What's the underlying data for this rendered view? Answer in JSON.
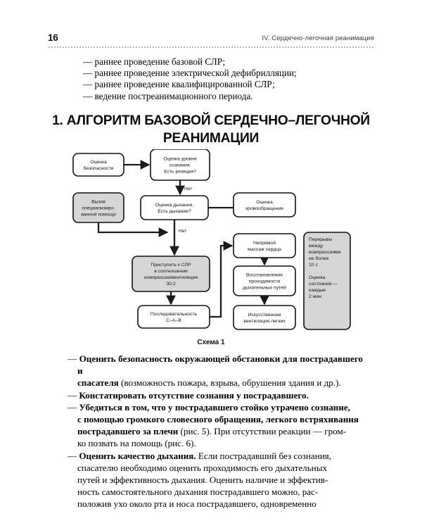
{
  "document": {
    "folio": "16",
    "running_title": "IV. Сердечно-легочная реанимация"
  },
  "intro_list": [
    "— раннее проведение базовой СЛР;",
    "— раннее проведение электрической дефибрилляции;",
    "— раннее проведение квалифицированной СЛР;",
    "— ведение постреанимационного периода."
  ],
  "section": {
    "title_line1": "1. АЛГОРИТМ БАЗОВОЙ СЕРДЕЧНО–ЛЕГОЧНОЙ",
    "title_line2": "РЕАНИМАЦИИ"
  },
  "figure": {
    "caption": "Схема 1",
    "colors": {
      "box_fill_plain": "#ffffff",
      "box_fill_shaded": "#d6d6d6",
      "box_stroke": "#111111",
      "connector": "#1a1a1a"
    },
    "nodes": {
      "safety": {
        "lines": [
          "Оценка",
          "безопасности"
        ],
        "shaded": false
      },
      "consciousness": {
        "lines": [
          "Оценка уровня",
          "сознания.",
          "Есть реакция?"
        ],
        "shaded": false
      },
      "call_help": {
        "lines": [
          "Вызов",
          "специализиро-",
          "ванной помощи"
        ],
        "shaded": true
      },
      "breathing": {
        "lines": [
          "Оценка дыхания.",
          "Есть дыхание?"
        ],
        "shaded": false
      },
      "circulation": {
        "lines": [
          "Оценка",
          "кровообращения"
        ],
        "shaded": false
      },
      "start_cpr": {
        "lines": [
          "Приступить к СЛР",
          "в соотношении",
          "компрессии/вентиляция",
          "30:2"
        ],
        "shaded": true
      },
      "sequence": {
        "lines": [
          "Последовательность",
          "C–A–B"
        ],
        "shaded": false
      },
      "compressions": {
        "lines": [
          "Непрямой",
          "массаж сердца"
        ],
        "shaded": false
      },
      "airway": {
        "lines": [
          "Восстановление",
          "проходимости",
          "дыхательных путей"
        ],
        "shaded": false
      },
      "ventilation": {
        "lines": [
          "Искусственная",
          "вентиляция легких"
        ],
        "shaded": false
      },
      "side_note": {
        "lines": [
          "Перерывы",
          "между",
          "компрессиями",
          "не более",
          "10 с",
          "",
          "Оценка",
          "состояния —",
          "каждые",
          "2 мин"
        ],
        "shaded": true
      }
    },
    "edge_labels": {
      "no_consciousness": "Нет",
      "no_breathing": "Нет"
    }
  },
  "body": {
    "items": [
      {
        "id": "assess-safety",
        "lines": [
          {
            "segments": [
              {
                "text": "— ",
                "bold": false
              },
              {
                "text": "Оценить безопасность окружающей обстановки для пострадавшего и",
                "bold": true
              }
            ]
          },
          {
            "segments": [
              {
                "text": "спасателя",
                "bold": true
              },
              {
                "text": " (возможность пожара, взрыва, обрушения здания и др.).",
                "bold": false
              }
            ]
          }
        ]
      },
      {
        "id": "state-unconsciousness",
        "lines": [
          {
            "segments": [
              {
                "text": "— ",
                "bold": false
              },
              {
                "text": "Констатировать отсутствие сознания у пострадавшего.",
                "bold": true
              }
            ]
          }
        ]
      },
      {
        "id": "confirm-unresponsive",
        "lines": [
          {
            "segments": [
              {
                "text": "— ",
                "bold": false
              },
              {
                "text": "Убедиться в том, что у пострадавшего стойко утрачено сознание,",
                "bold": true
              }
            ]
          },
          {
            "segments": [
              {
                "text": "с помощью громкого словесного обращения, легкого встряхивания",
                "bold": true
              }
            ]
          },
          {
            "segments": [
              {
                "text": "пострадавшего за плечи",
                "bold": true
              },
              {
                "text": " (рис. 5). При отсутствии реакции — гром-",
                "bold": false
              }
            ]
          },
          {
            "segments": [
              {
                "text": "ко позвать на помощь (рис. 6).",
                "bold": false
              }
            ]
          }
        ]
      },
      {
        "id": "assess-breathing-quality",
        "lines": [
          {
            "segments": [
              {
                "text": "— ",
                "bold": false
              },
              {
                "text": "Оценить качество дыхания.",
                "bold": true
              },
              {
                "text": " Если пострадавший без сознания,",
                "bold": false
              }
            ]
          },
          {
            "segments": [
              {
                "text": "спасателю необходимо оценить проходимость его дыхательных",
                "bold": false
              }
            ]
          },
          {
            "segments": [
              {
                "text": "путей и эффективность дыхания. Оценить наличие и эффектив-",
                "bold": false
              }
            ]
          },
          {
            "segments": [
              {
                "text": "ность самостоятельного дыхания пострадавшего можно, рас-",
                "bold": false
              }
            ]
          },
          {
            "segments": [
              {
                "text": "положив ухо около рта и носа пострадавшего, одновременно",
                "bold": false
              }
            ]
          }
        ]
      }
    ]
  }
}
